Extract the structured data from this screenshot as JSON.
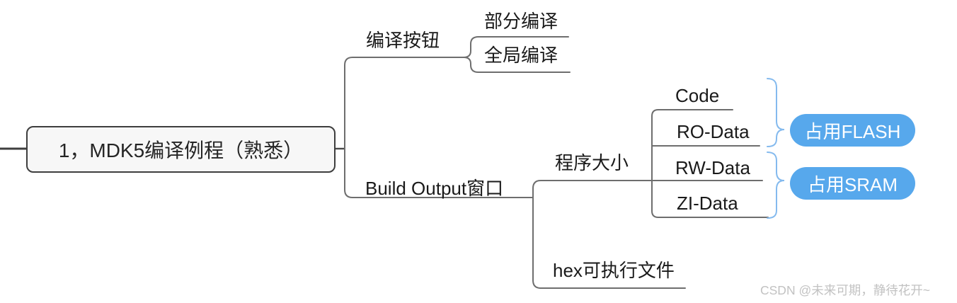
{
  "tree": {
    "root": {
      "label": "1，MDK5编译例程（熟悉）"
    },
    "children": [
      {
        "label": "编译按钮",
        "children": [
          {
            "label": "部分编译"
          },
          {
            "label": "全局编译"
          }
        ]
      },
      {
        "label": "Build Output窗口",
        "children": [
          {
            "label": "程序大小",
            "children": [
              {
                "label": "Code"
              },
              {
                "label": "RO-Data"
              },
              {
                "label": "RW-Data"
              },
              {
                "label": "ZI-Data"
              }
            ]
          },
          {
            "label": "hex可执行文件"
          }
        ]
      }
    ]
  },
  "badges": [
    {
      "label": "占用FLASH",
      "color": "#57a8ec"
    },
    {
      "label": "占用SRAM",
      "color": "#57a8ec"
    }
  ],
  "colors": {
    "badge_blue": "#57a8ec",
    "brace_blue": "#84baee",
    "branch_line": "#6e6e6e",
    "root_line": "#3e3e3e",
    "root_fill": "#f7f7f7"
  },
  "watermark": {
    "text": "CSDN @未来可期，静待花开~"
  }
}
